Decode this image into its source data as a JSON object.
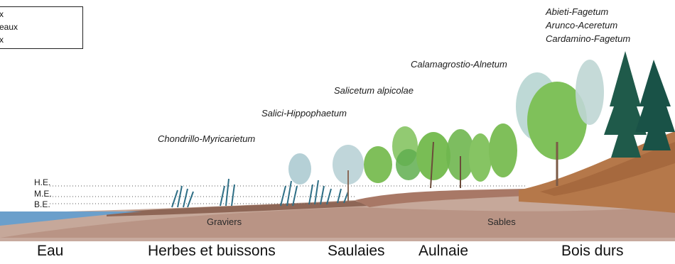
{
  "legend": {
    "lines": [
      "x",
      "eaux",
      "x"
    ]
  },
  "associations": [
    "Chondrillo-Myricarietum",
    "Salici-Hippophaetum",
    "Salicetum alpicolae",
    "Calamagrostio-Alnetum",
    "Abieti-Fagetum",
    "Arunco-Aceretum",
    "Cardamino-Fagetum"
  ],
  "water_levels": [
    "H.E.",
    "M.E.",
    "B.E."
  ],
  "substrates": [
    "Graviers",
    "Sables"
  ],
  "zones": [
    "Eau",
    "Herbes et buissons",
    "Saulaies",
    "Aulnaie",
    "Bois durs"
  ],
  "colors": {
    "water": "#6b9fcb",
    "ground_dark": "#9a6f5b",
    "ground_light": "#c6a89a",
    "slope": "#b5784a",
    "tree_green": "#7fbf5a",
    "willow_blue": "#a8c8cf",
    "conifer": "#1f5a4a"
  }
}
